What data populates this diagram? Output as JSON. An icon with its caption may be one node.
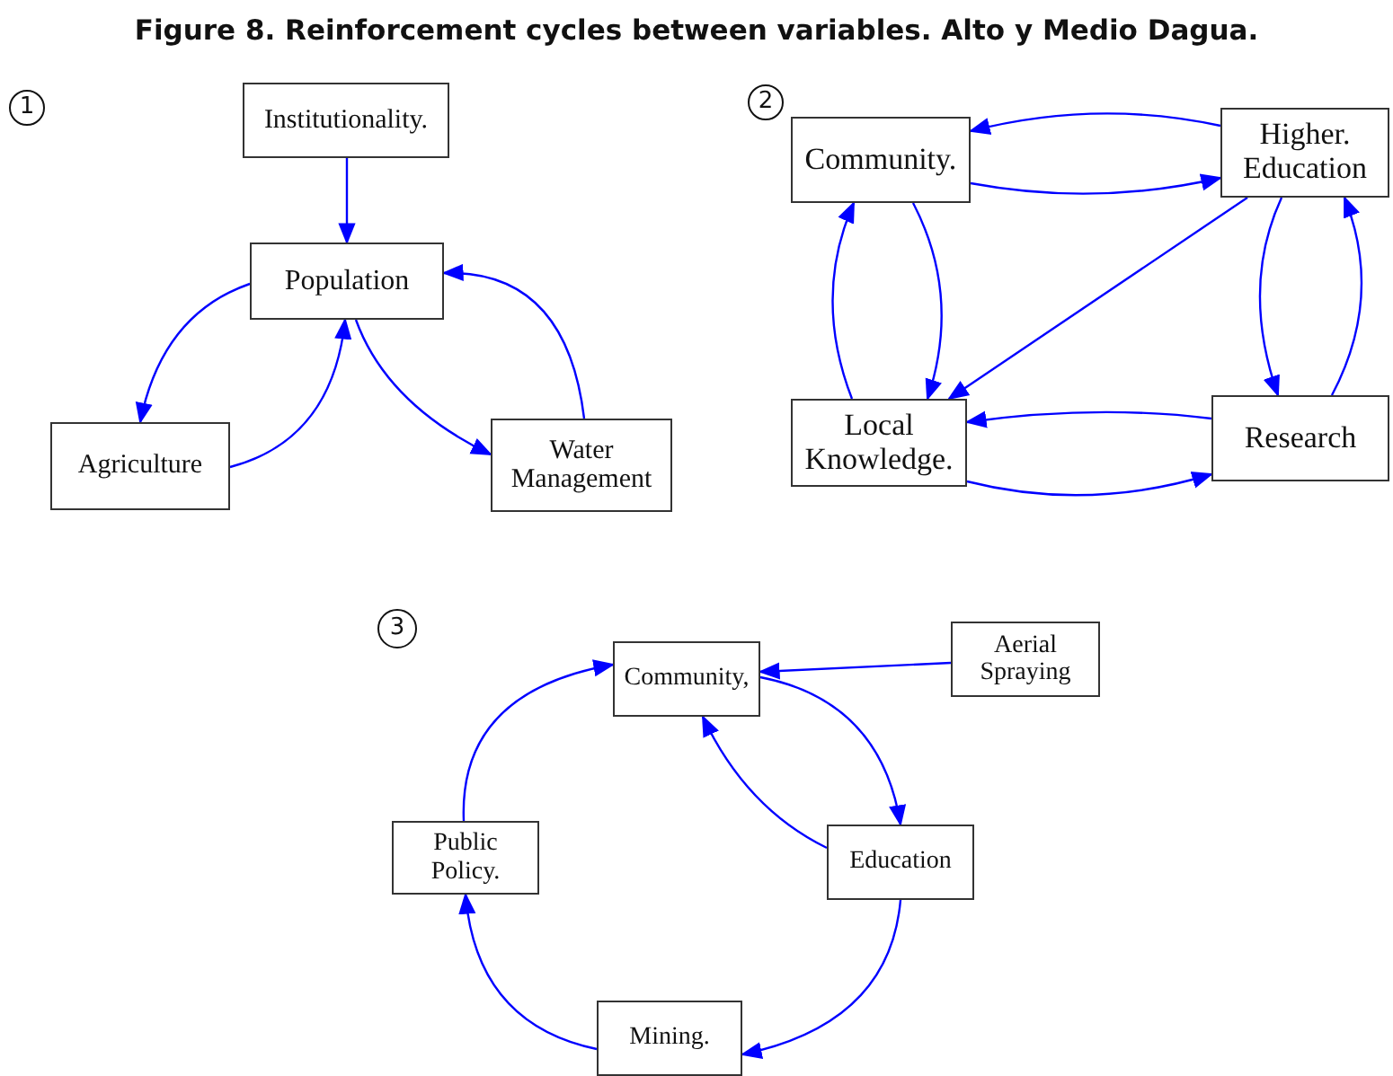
{
  "diagram": {
    "title": "Figure 8. Reinforcement cycles between variables. Alto y Medio Dagua.",
    "nodes": [
      {
        "text": [
          "1"
        ]
      },
      {
        "text": [
          "Institutionality."
        ]
      },
      {
        "text": [
          "Population"
        ]
      },
      {
        "text": [
          "Agriculture"
        ]
      },
      {
        "text": [
          "Water Management"
        ]
      },
      {
        "text": [
          "2"
        ]
      },
      {
        "text": [
          "Community."
        ]
      },
      {
        "text": [
          "Higher. Education"
        ]
      },
      {
        "text": [
          "Local Knowledge."
        ]
      },
      {
        "text": [
          "Research"
        ]
      },
      {
        "text": [
          "3"
        ]
      },
      {
        "text": [
          "Community,"
        ]
      },
      {
        "text": [
          "Aerial Spraying"
        ]
      },
      {
        "text": [
          "Public Policy."
        ]
      },
      {
        "text": [
          "Education"
        ]
      },
      {
        "text": [
          "Mining."
        ]
      }
    ],
    "edges": [
      {
        "from": 1,
        "to": 2,
        "arrow": "to"
      },
      {
        "from": 2,
        "to": 3,
        "arrow": "to"
      },
      {
        "from": 3,
        "to": 2,
        "arrow": "to"
      },
      {
        "from": 2,
        "to": 4,
        "arrow": "to"
      },
      {
        "from": 4,
        "to": 2,
        "arrow": "to"
      },
      {
        "from": 7,
        "to": 6,
        "arrow": "to"
      },
      {
        "from": 6,
        "to": 7,
        "arrow": "to"
      },
      {
        "from": 6,
        "to": 8,
        "arrow": "to"
      },
      {
        "from": 8,
        "to": 6,
        "arrow": "to"
      },
      {
        "from": 7,
        "to": 8,
        "arrow": "to"
      },
      {
        "from": 7,
        "to": 9,
        "arrow": "to"
      },
      {
        "from": 9,
        "to": 7,
        "arrow": "to"
      },
      {
        "from": 9,
        "to": 8,
        "arrow": "to"
      },
      {
        "from": 8,
        "to": 9,
        "arrow": "to"
      },
      {
        "from": 12,
        "to": 11,
        "arrow": "to"
      },
      {
        "from": 11,
        "to": 14,
        "arrow": "to"
      },
      {
        "from": 14,
        "to": 11,
        "arrow": "to"
      },
      {
        "from": 14,
        "to": 15,
        "arrow": "to"
      },
      {
        "from": 15,
        "to": 13,
        "arrow": "to"
      },
      {
        "from": 13,
        "to": 11,
        "arrow": "to"
      }
    ]
  }
}
